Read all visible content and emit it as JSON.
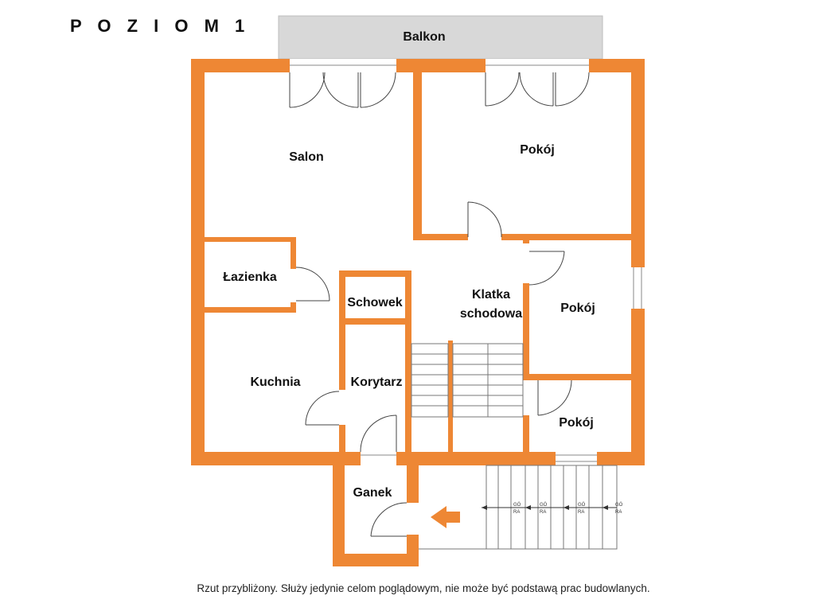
{
  "title": "P O Z I O M   1",
  "rooms": {
    "balcony": "Balkon",
    "living_room": "Salon",
    "room_top_right": "Pokój",
    "bathroom": "Łazienka",
    "storage": "Schowek",
    "staircase_line1": "Klatka",
    "staircase_line2": "schodowa",
    "room_middle_right": "Pokój",
    "kitchen": "Kuchnia",
    "corridor": "Korytarz",
    "room_bottom_right": "Pokój",
    "porch": "Ganek"
  },
  "stair_labels": [
    "GÓ",
    "RA",
    "GÓ",
    "RA",
    "GÓ",
    "RA",
    "GÓ",
    "RA"
  ],
  "footnote": "Rzut przybliżony. Służy jedynie celom poglądowym, nie może być podstawą prac budowlanych.",
  "colors": {
    "wall": "#EE8734",
    "balcony": "#D8D8D8",
    "line": "#555555"
  }
}
